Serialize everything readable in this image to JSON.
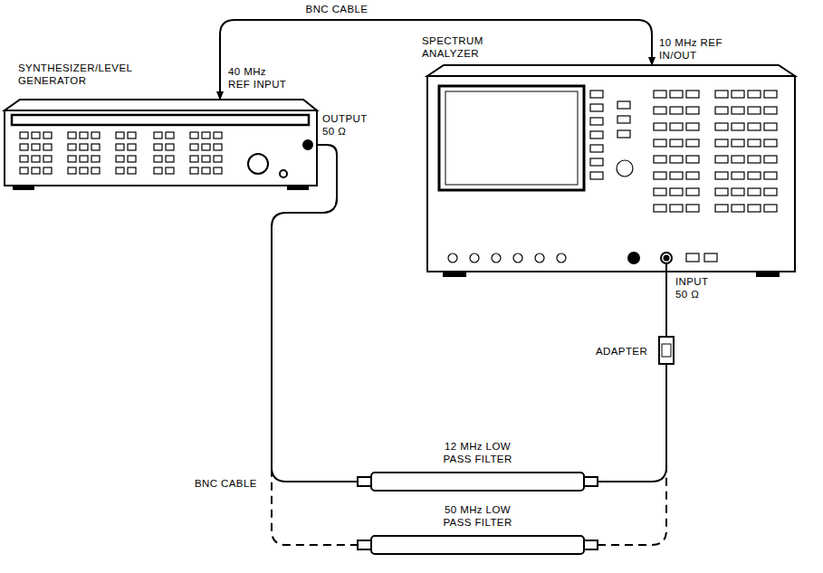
{
  "diagram": {
    "nodes": [
      {
        "text": [
          "SYNTHESIZER/LEVEL GENERATOR"
        ]
      },
      {
        "text": [
          "SPECTRUM ANALYZER"
        ]
      },
      {
        "text": [
          "ADAPTER"
        ]
      },
      {
        "text": [
          "12 MHz LOW PASS FILTER"
        ]
      },
      {
        "text": [
          "50 MHz LOW PASS FILTER"
        ]
      }
    ],
    "edges": [
      {
        "from": 1,
        "to": 0,
        "arrow": "both",
        "label": "BNC CABLE"
      },
      {
        "from": 0,
        "to": 3,
        "arrow": "none",
        "label": "BNC CABLE"
      },
      {
        "from": 3,
        "to": 2,
        "arrow": "none"
      },
      {
        "from": 2,
        "to": 1,
        "arrow": "none"
      },
      {
        "from": 0,
        "to": 4,
        "arrow": "none"
      },
      {
        "from": 4,
        "to": 2,
        "arrow": "none"
      }
    ],
    "labels": [
      "40 MHz REF INPUT",
      "OUTPUT 50 Ω",
      "10 MHz REF IN/OUT",
      "INPUT 50 Ω"
    ]
  }
}
